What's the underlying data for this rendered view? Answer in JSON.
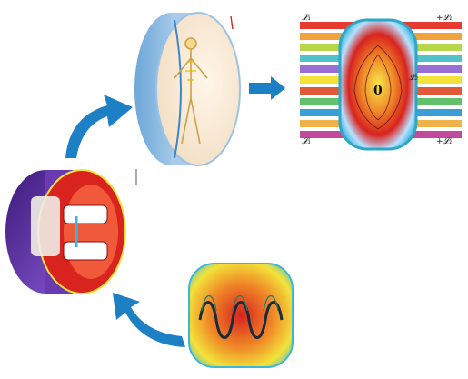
{
  "figure": {
    "panels": [
      {
        "id": "cylinder-body",
        "icon": "human-figure-in-cylinder"
      },
      {
        "id": "field-map",
        "icon": "colored-field-map",
        "labels": {
          "top_left": "𝓛₁",
          "top_right": "+𝓛₁",
          "mid_right": "𝓛₂",
          "bottom_left": "𝓛₁",
          "bottom_right": "+𝓛₁",
          "center": "0"
        }
      },
      {
        "id": "cut-cylinder",
        "icon": "sliced-cylinder-red"
      },
      {
        "id": "coil-tile",
        "icon": "helical-coil-heatmap"
      }
    ],
    "colors": {
      "arrow": "#1d7fc4",
      "red": "#d8231f",
      "purple": "#5a2a98",
      "cyan": "#39b7d8",
      "yellow": "#f3e23a"
    }
  }
}
